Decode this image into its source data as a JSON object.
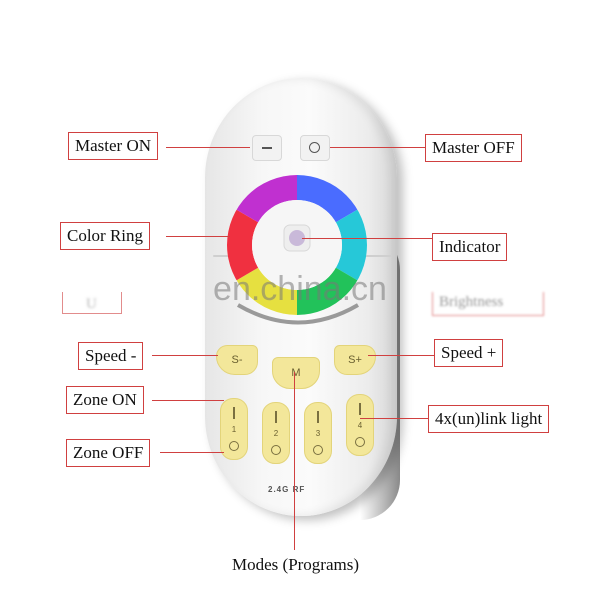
{
  "labels": {
    "master_on": "Master ON",
    "master_off": "Master OFF",
    "color_ring": "Color Ring",
    "indicator": "Indicator",
    "speed_minus": "Speed -",
    "speed_plus": "Speed +",
    "zone_on": "Zone ON",
    "zone_off": "Zone OFF",
    "link_light": "4x(un)link light",
    "modes": "Modes (Programs)",
    "brightness": "Brightness"
  },
  "watermark": "en.china.cn",
  "remote": {
    "speed_minus_key": "S-",
    "mode_key": "M",
    "speed_plus_key": "S+",
    "zones": [
      "1",
      "2",
      "3",
      "4"
    ],
    "brand": "2.4G RF"
  },
  "colors": {
    "callout_line": "#d04040",
    "key_yellow": "#f3e79a",
    "remote_white": "#f7f7f7"
  }
}
